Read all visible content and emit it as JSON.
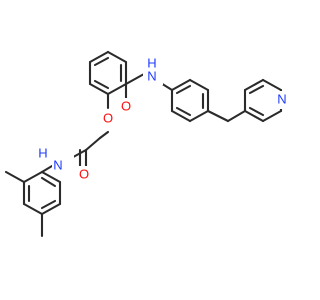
{
  "molecule": {
    "atoms": {
      "nh_amide_right": "N",
      "h_amide_right": "H",
      "o_carbonyl_right": "O",
      "o_ether": "O",
      "o_carbonyl_left": "O",
      "nh_amide_left": "N",
      "h_amide_left": "H",
      "n_pyridine": "N"
    }
  },
  "colors": {
    "bond": "#2b2b2b",
    "nitrogen": "#1f3cff",
    "oxygen": "#ff0d0d",
    "background": "#ffffff"
  }
}
